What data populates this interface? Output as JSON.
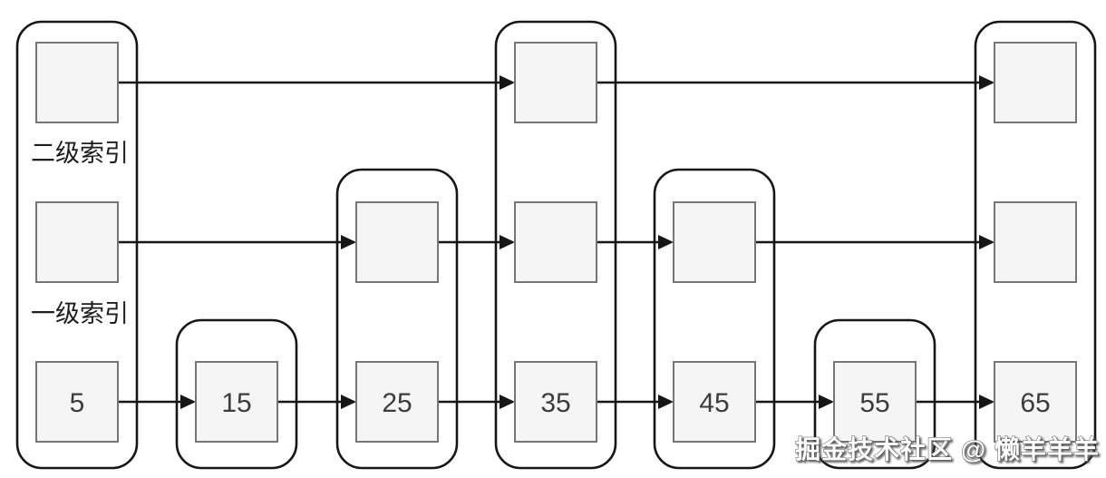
{
  "diagram": {
    "kind": "skip-list-index",
    "level_labels": [
      {
        "id": "level2",
        "text": "二级索引"
      },
      {
        "id": "level1",
        "text": "一级索引"
      }
    ],
    "columns": [
      {
        "value": "5",
        "levels": [
          0,
          1,
          2
        ]
      },
      {
        "value": "15",
        "levels": [
          0
        ]
      },
      {
        "value": "25",
        "levels": [
          0,
          1
        ]
      },
      {
        "value": "35",
        "levels": [
          0,
          1,
          2
        ]
      },
      {
        "value": "45",
        "levels": [
          0,
          1
        ]
      },
      {
        "value": "55",
        "levels": [
          0
        ]
      },
      {
        "value": "65",
        "levels": [
          0,
          1,
          2
        ]
      }
    ],
    "colors": {
      "outline": "#161616",
      "box_fill": "#f5f5f5",
      "box_border": "#767676",
      "value_text": "#3c3c3c"
    }
  },
  "watermark": {
    "text": "掘金技术社区 @ 懒羊羊羊",
    "fill": "#ffffff",
    "outline": "#5a5a5a"
  }
}
